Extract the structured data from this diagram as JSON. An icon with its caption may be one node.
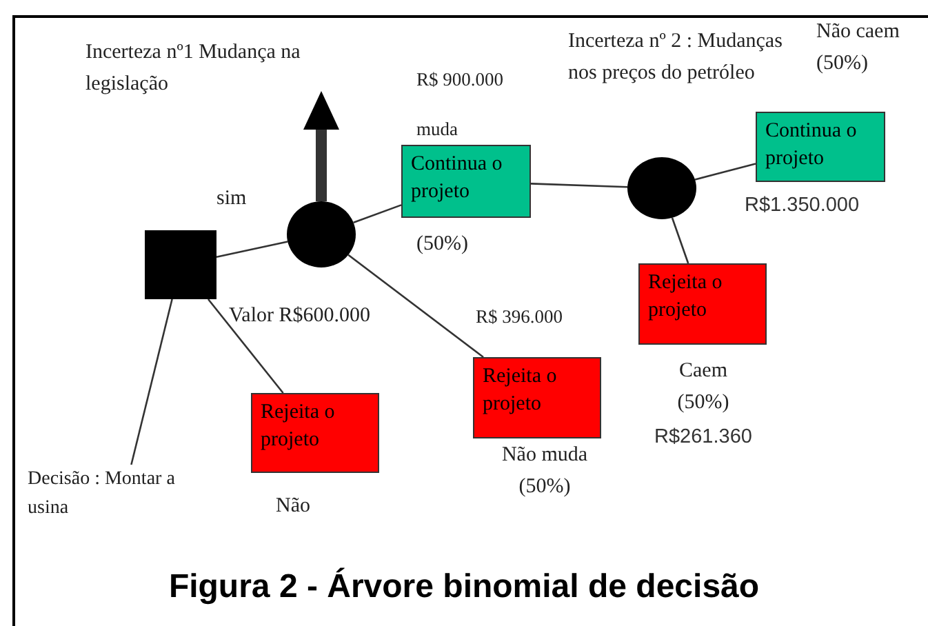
{
  "diagram": {
    "caption": "Figura 2 - Árvore binomial de decisão",
    "nodes": [
      {
        "text": [],
        "shape": "box"
      },
      {
        "text": [],
        "shape": "circle"
      },
      {
        "text": [
          "Continua o projeto"
        ]
      },
      {
        "text": [
          "Rejeita o projeto"
        ]
      },
      {
        "text": [
          "Rejeita o projeto"
        ]
      },
      {
        "text": [],
        "shape": "circle"
      },
      {
        "text": [
          "Continua o projeto"
        ]
      },
      {
        "text": [
          "Rejeita o projeto"
        ]
      },
      {
        "text": [
          "Decisão : Montar a usina"
        ]
      }
    ],
    "edges": [
      {
        "from": 0,
        "to": 1,
        "arrow": "none"
      },
      {
        "from": 0,
        "to": 4,
        "arrow": "none"
      },
      {
        "from": 1,
        "to": 2,
        "arrow": "none"
      },
      {
        "from": 1,
        "to": 3,
        "arrow": "none"
      },
      {
        "from": 2,
        "to": 5,
        "arrow": "none"
      },
      {
        "from": 5,
        "to": 6,
        "arrow": "none"
      },
      {
        "from": 5,
        "to": 7,
        "arrow": "none"
      },
      {
        "from": 8,
        "to": 0,
        "arrow": "none"
      },
      {
        "from": 1,
        "to": null,
        "arrow": "to",
        "style": "thick"
      }
    ],
    "labels": [
      "Não caem (50%)",
      "Incerteza nº 2 : Mudanças nos preços do petróleo",
      "Incerteza nº1 Mudança na legislação",
      "R$ 900.000",
      "muda",
      "sim",
      "R$1.350.000",
      "(50%)",
      "Valor R$600.000",
      "R$ 396.000",
      "Caem (50%)",
      "R$261.360",
      "Não muda (50%)",
      "Não"
    ]
  }
}
